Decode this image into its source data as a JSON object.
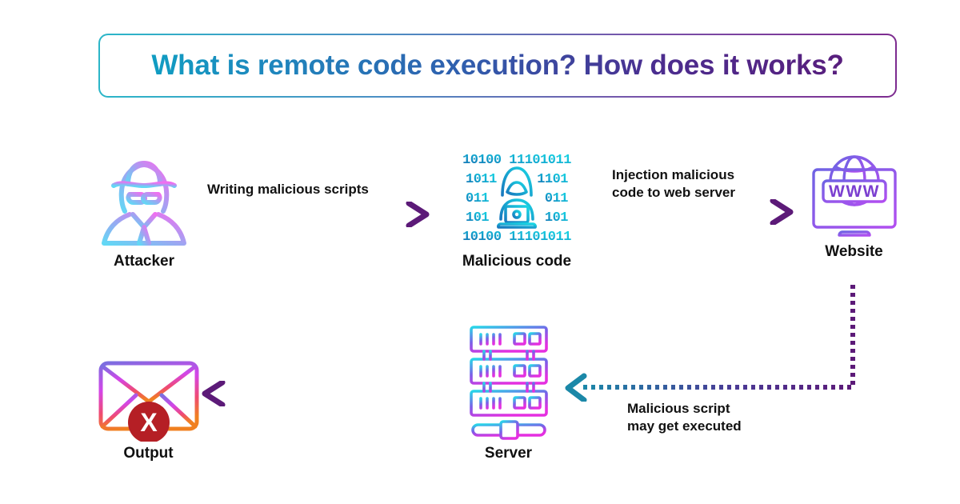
{
  "title": {
    "text": "What is remote code execution?  How does it works?",
    "gradient_start": "#0aa6c4",
    "gradient_end": "#5c1a78",
    "border_gradient_start": "#2bb6c8",
    "border_gradient_end": "#7d2b8f"
  },
  "nodes": {
    "attacker": {
      "label": "Attacker",
      "icon": "hacker-icon",
      "color_start": "#6fd2f0",
      "color_end": "#e06ff0"
    },
    "malicious_code": {
      "label": "Malicious code",
      "icon": "binary-hacker-icon",
      "color_start": "#12c6e0",
      "color_end": "#1566b0"
    },
    "website": {
      "label": "Website",
      "icon": "monitor-www-icon",
      "color_start": "#7b5fe0",
      "color_end": "#a84fe8"
    },
    "server": {
      "label": "Server",
      "icon": "server-rack-icon",
      "color_start": "#2ad2e8",
      "color_end": "#e035e0"
    },
    "output": {
      "label": "Output",
      "icon": "envelope-error-icon",
      "color_start": "#7b6fe0",
      "color_end": "#f07a20",
      "badge": "X",
      "badge_color": "#b51f25"
    }
  },
  "binary_rows": [
    "10100 11101011",
    "1011     1101",
    "011        011",
    "101        101",
    "10100 11101011"
  ],
  "website_screen_text": "WWW",
  "arrows": {
    "attacker_to_code": {
      "label": "Writing malicious scripts",
      "direction": "right",
      "head_color": "#5c1a78",
      "line_start": "#2bb6c8",
      "line_end": "#5c1a78"
    },
    "code_to_website": {
      "label": "Injection malicious\ncode to web server",
      "direction": "right",
      "head_color": "#5c1a78",
      "line_start": "#2183a8",
      "line_end": "#5c1a78"
    },
    "website_to_server": {
      "label": "Malicious script\nmay get executed",
      "direction": "left",
      "head_color": "#1b88a8",
      "line_start": "#5c1a78",
      "line_end": "#1b88a8"
    },
    "server_to_output": {
      "label": "",
      "direction": "left",
      "head_color": "#5c1a78",
      "line_start": "#5c1a78",
      "line_end": "#2ab6d8"
    }
  }
}
